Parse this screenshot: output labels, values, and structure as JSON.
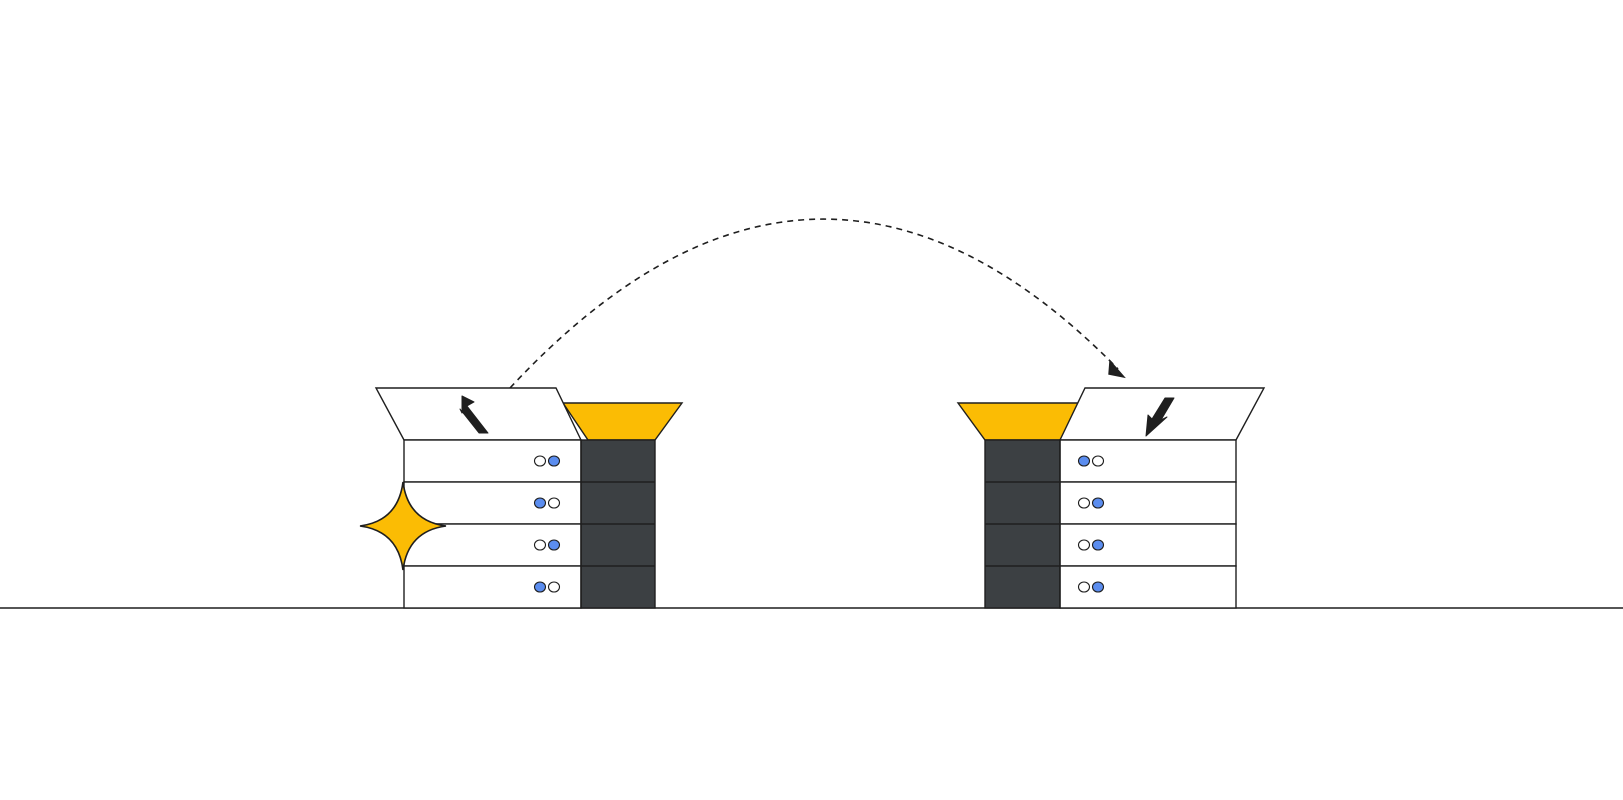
{
  "colors": {
    "background": "#ffffff",
    "stroke": "#1f1f1f",
    "accent_yellow": "#fbbc04",
    "dark_panel": "#3c4043",
    "led_blue": "#5b8def",
    "led_white": "#ffffff"
  },
  "icons": {
    "left_flap_arrow": "arrow-up-left-icon",
    "right_flap_arrow": "arrow-down-left-icon",
    "sparkle": "sparkle-icon"
  },
  "servers": {
    "left": {
      "unit_count": 4,
      "leds": [
        [
          "white",
          "blue"
        ],
        [
          "blue",
          "white"
        ],
        [
          "white",
          "blue"
        ],
        [
          "blue",
          "white"
        ]
      ]
    },
    "right": {
      "unit_count": 4,
      "leds": [
        [
          "blue",
          "white"
        ],
        [
          "white",
          "blue"
        ],
        [
          "white",
          "blue"
        ],
        [
          "white",
          "blue"
        ]
      ]
    }
  },
  "transfer": {
    "direction": "left-to-right",
    "style": "dashed-arc"
  }
}
